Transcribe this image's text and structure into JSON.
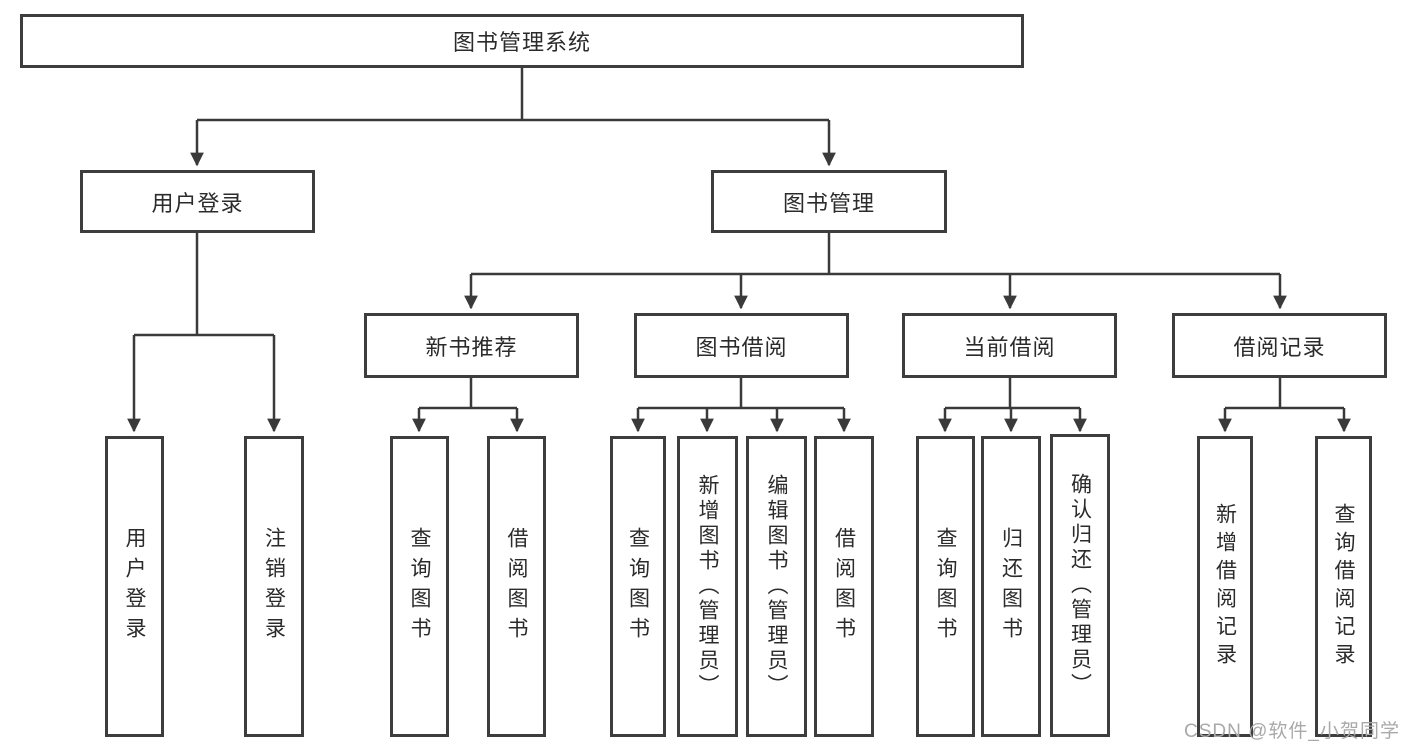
{
  "diagram": {
    "root": {
      "label": "图书管理系统"
    },
    "level2": {
      "user_login": {
        "label": "用户登录"
      },
      "book_management": {
        "label": "图书管理"
      }
    },
    "level3": {
      "new_book_recommend": {
        "label": "新书推荐"
      },
      "book_borrow": {
        "label": "图书借阅"
      },
      "current_borrow": {
        "label": "当前借阅"
      },
      "borrow_record": {
        "label": "借阅记录"
      }
    },
    "leaves": {
      "user_login": {
        "label": "用户登录"
      },
      "logout": {
        "label": "注销登录"
      },
      "recommend_search_book": {
        "label": "查询图书"
      },
      "recommend_borrow_book": {
        "label": "借阅图书"
      },
      "borrow_search_book": {
        "label": "查询图书"
      },
      "borrow_add_book_admin": {
        "label": "新增图书（管理员）"
      },
      "borrow_edit_book_admin": {
        "label": "编辑图书（管理员）"
      },
      "borrow_borrow_book": {
        "label": "借阅图书"
      },
      "current_search_book": {
        "label": "查询图书"
      },
      "current_return_book": {
        "label": "归还图书"
      },
      "current_confirm_return_admin": {
        "label": "确认归还（管理员）"
      },
      "record_add_record": {
        "label": "新增借阅记录"
      },
      "record_search_record": {
        "label": "查询借阅记录"
      }
    },
    "watermark": "CSDN @软件_小贺同学",
    "colors": {
      "line": "#3a3a3a",
      "box_border": "#3d3d3d",
      "text": "#2b2b2b",
      "watermark": "#a9a9a9",
      "background": "#ffffff"
    }
  }
}
